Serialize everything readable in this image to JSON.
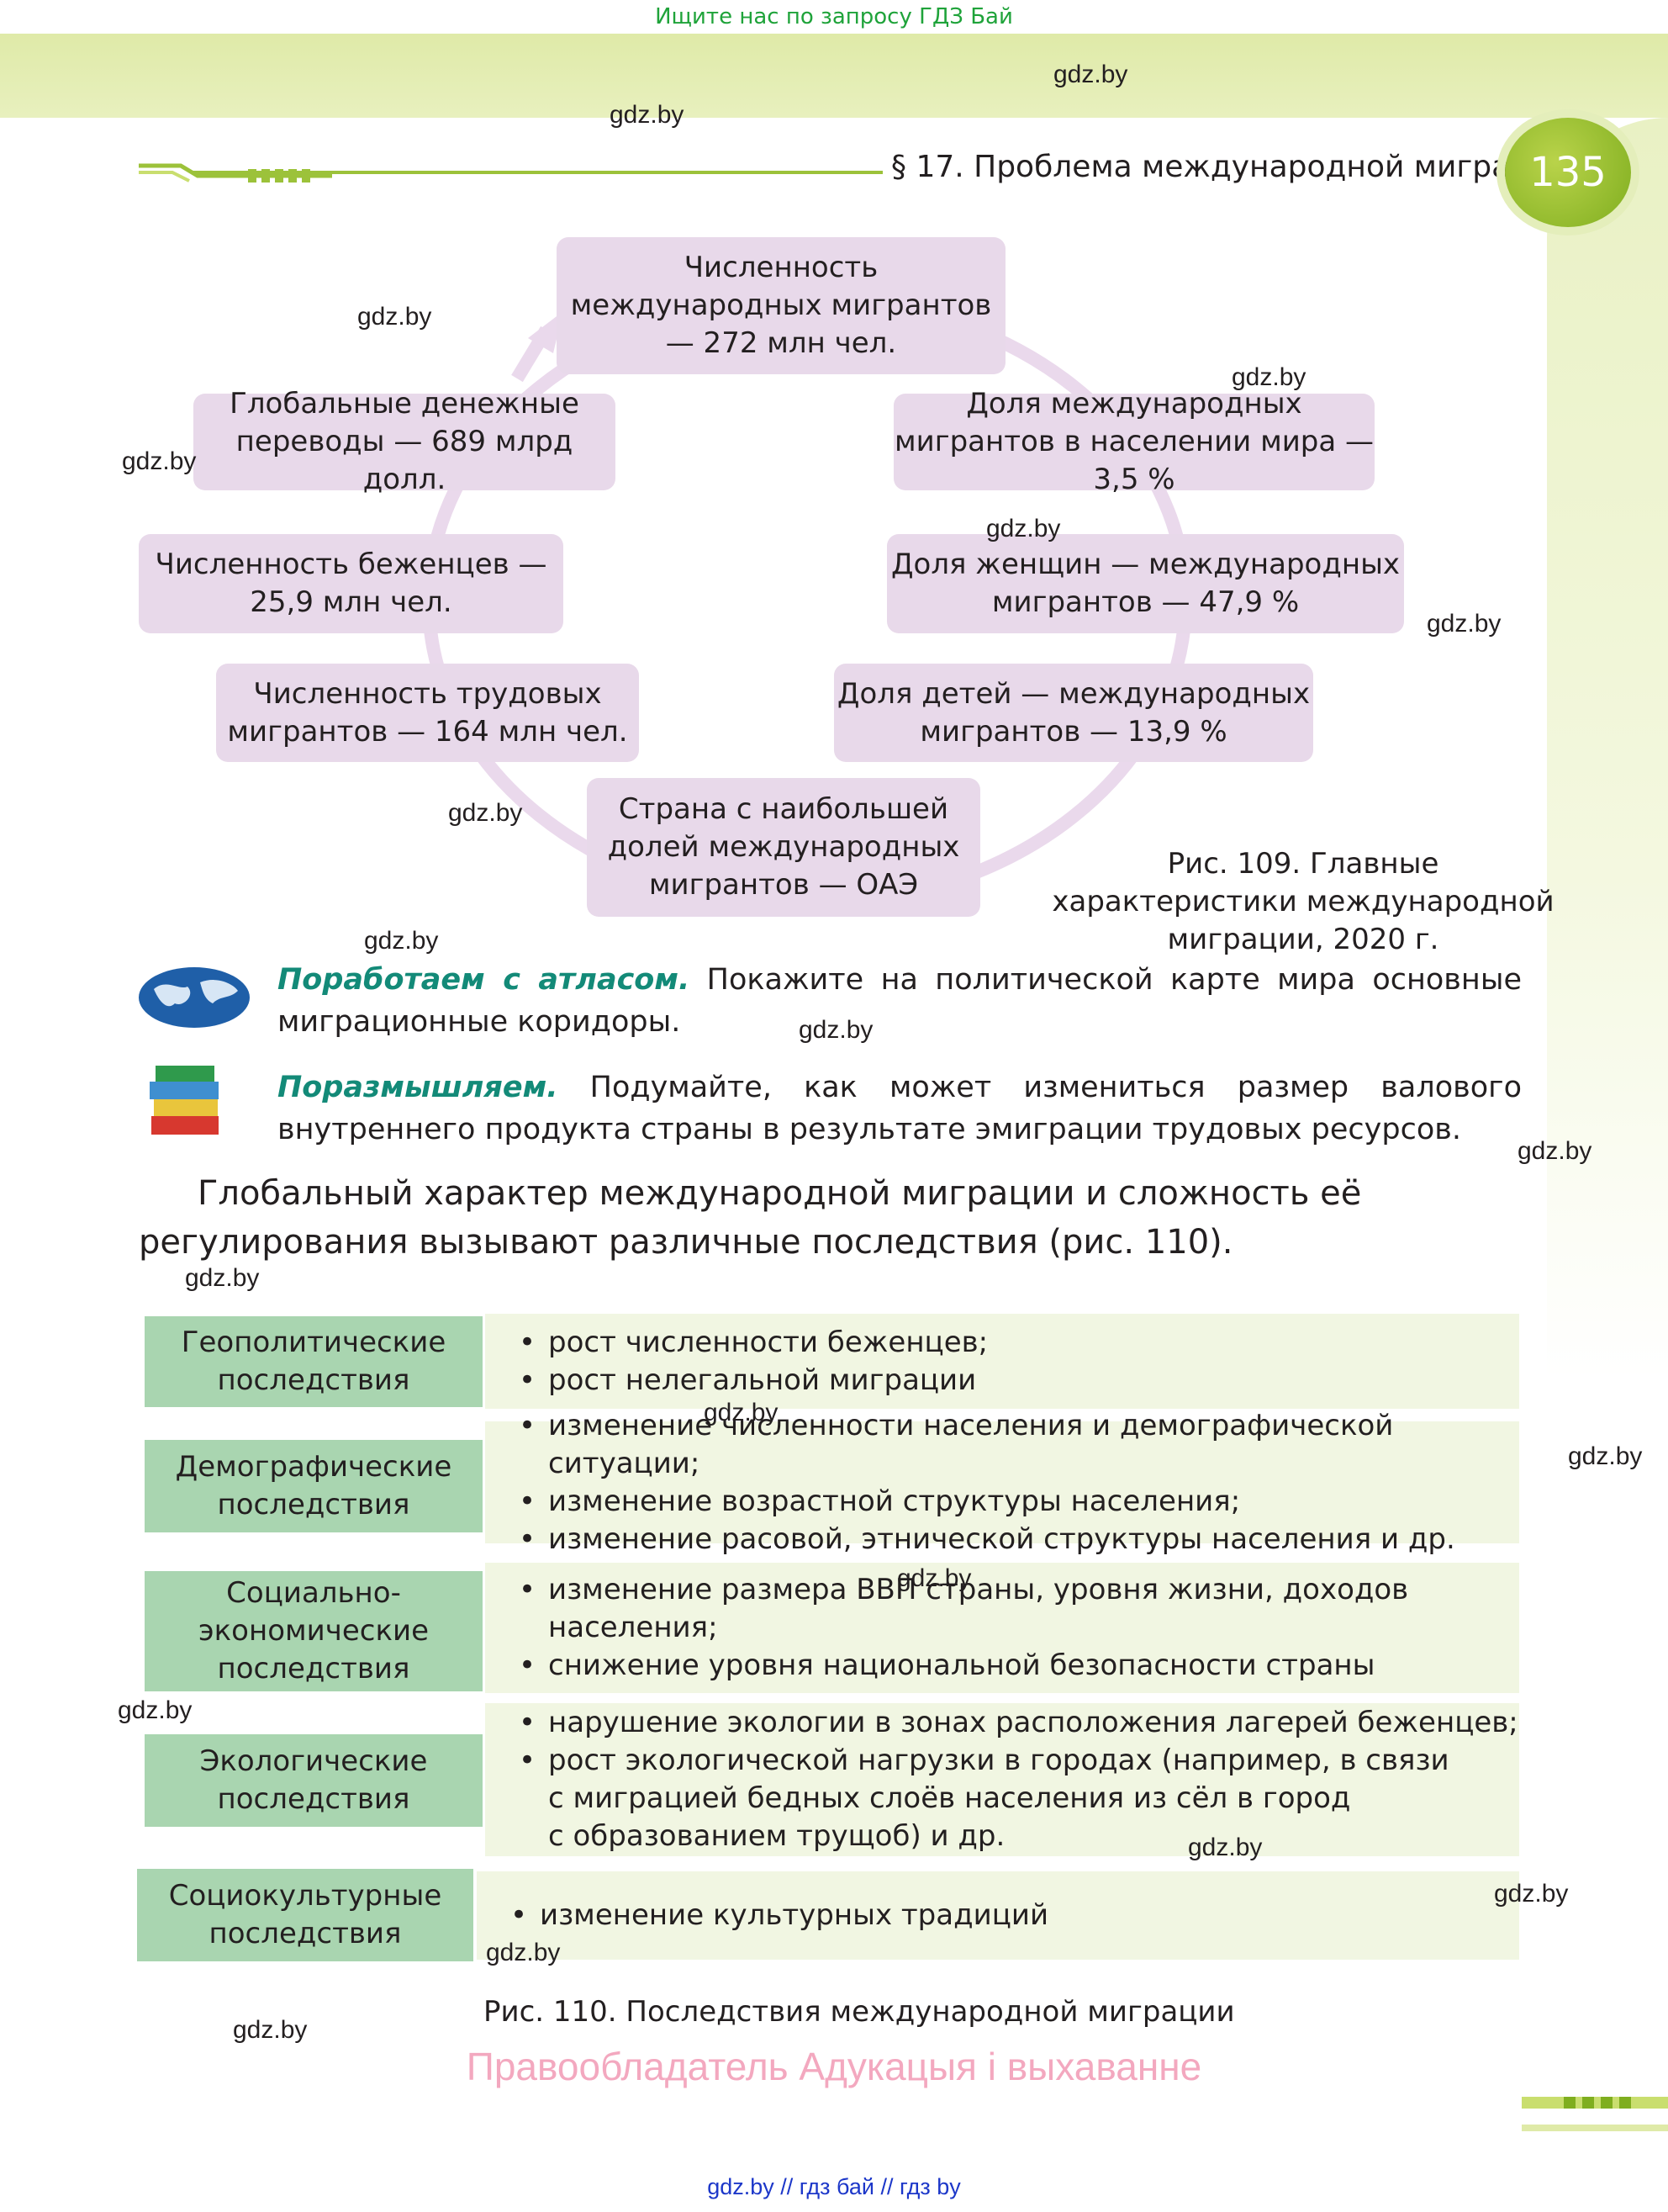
{
  "top_note": "Ищите нас по запросу ГДЗ Бай",
  "header": {
    "section_title": "§ 17. Проблема международной миграции",
    "page_number": "135"
  },
  "diagram": {
    "center_top": "Численность международных мигрантов — 272 млн чел.",
    "right_1": "Доля международных мигрантов в населении мира — 3,5 %",
    "right_2": "Доля женщин — международных мигрантов — 47,9 %",
    "right_3": "Доля детей — международных мигрантов — 13,9 %",
    "bottom": "Страна с наибольшей долей международных мигрантов — ОАЭ",
    "left_3": "Численность трудовых мигрантов — 164 млн чел.",
    "left_2": "Численность беженцев — 25,9 млн чел.",
    "left_1": "Глобальные денежные переводы — 689 млрд долл.",
    "caption": "Рис. 109. Главные характеристики международной миграции, 2020 г."
  },
  "tasks": {
    "atlas_label": "Поработаем с атласом.",
    "atlas_text": " Покажите на политической карте мира основные миграционные коридоры.",
    "think_label": "Поразмышляем.",
    "think_text": " Подумайте, как может измениться размер валового внутреннего продукта страны в результате эмиграции трудовых ресурсов."
  },
  "paragraph": "Глобальный характер международной миграции и сложность её регулирования вызывают различные последствия (рис. 110).",
  "consequences": [
    {
      "category": "Геополитические последствия",
      "items": [
        "рост численности беженцев;",
        "рост нелегальной миграции"
      ]
    },
    {
      "category": "Демографические последствия",
      "items": [
        "изменение численности населения и демографической ситуации;",
        "изменение возрастной структуры населения;",
        "изменение расовой, этнической структуры населения и др."
      ]
    },
    {
      "category": "Социально-экономические последствия",
      "items": [
        "изменение размера ВВП страны, уровня жизни, доходов населения;",
        "снижение уровня национальной безопасности страны"
      ]
    },
    {
      "category": "Экологические последствия",
      "items": [
        "нарушение экологии в зонах расположения лагерей беженцев;",
        "рост экологической нагрузки в городах (например, в связи",
        "с миграцией бедных слоёв населения из сёл в город",
        "с образованием трущоб) и др."
      ]
    },
    {
      "category": "Социокультурные последствия",
      "items": [
        "изменение культурных традиций"
      ]
    }
  ],
  "caption110": "Рис. 110. Последствия международной миграции",
  "rights": "Правообладатель Адукацыя і выхаванне",
  "footer": "gdz.by // гдз бай // гдз by",
  "watermark": "gdz.by"
}
